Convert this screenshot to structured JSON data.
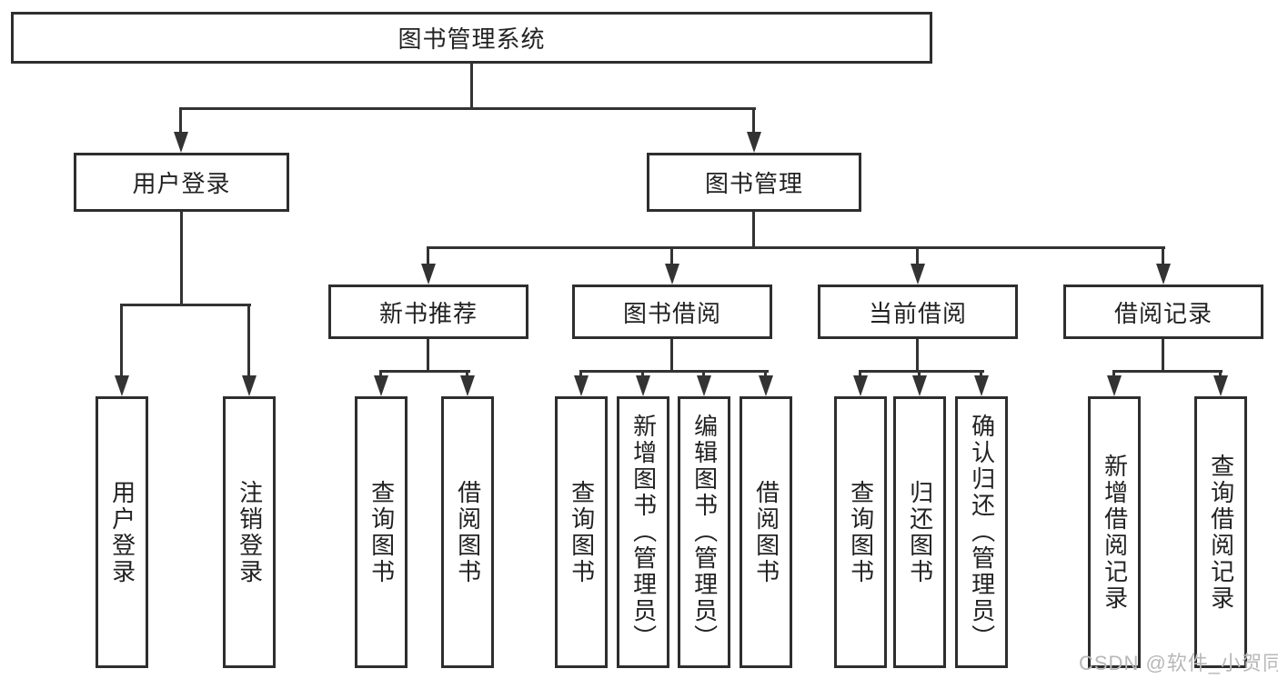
{
  "diagram": {
    "root": {
      "label": "图书管理系统"
    },
    "branches": [
      {
        "label": "用户登录",
        "leaves": [
          {
            "label": "用户登录"
          },
          {
            "label": "注销登录"
          }
        ]
      },
      {
        "label": "图书管理",
        "children": [
          {
            "label": "新书推荐",
            "leaves": [
              {
                "label": "查询图书"
              },
              {
                "label": "借阅图书"
              }
            ]
          },
          {
            "label": "图书借阅",
            "leaves": [
              {
                "label": "查询图书"
              },
              {
                "label": "新增图书（管理员）"
              },
              {
                "label": "编辑图书（管理员）"
              },
              {
                "label": "借阅图书"
              }
            ]
          },
          {
            "label": "当前借阅",
            "leaves": [
              {
                "label": "查询图书"
              },
              {
                "label": "归还图书"
              },
              {
                "label": "确认归还（管理员）"
              }
            ]
          },
          {
            "label": "借阅记录",
            "leaves": [
              {
                "label": "新增借阅记录"
              },
              {
                "label": "查询借阅记录"
              }
            ]
          }
        ]
      }
    ]
  },
  "watermark": {
    "text": "CSDN @软件_小贺同学"
  },
  "colors": {
    "line": "#333333",
    "box_border": "#2e2e2e",
    "text": "#222222",
    "watermark": "#b8b8b8",
    "background": "#ffffff"
  }
}
